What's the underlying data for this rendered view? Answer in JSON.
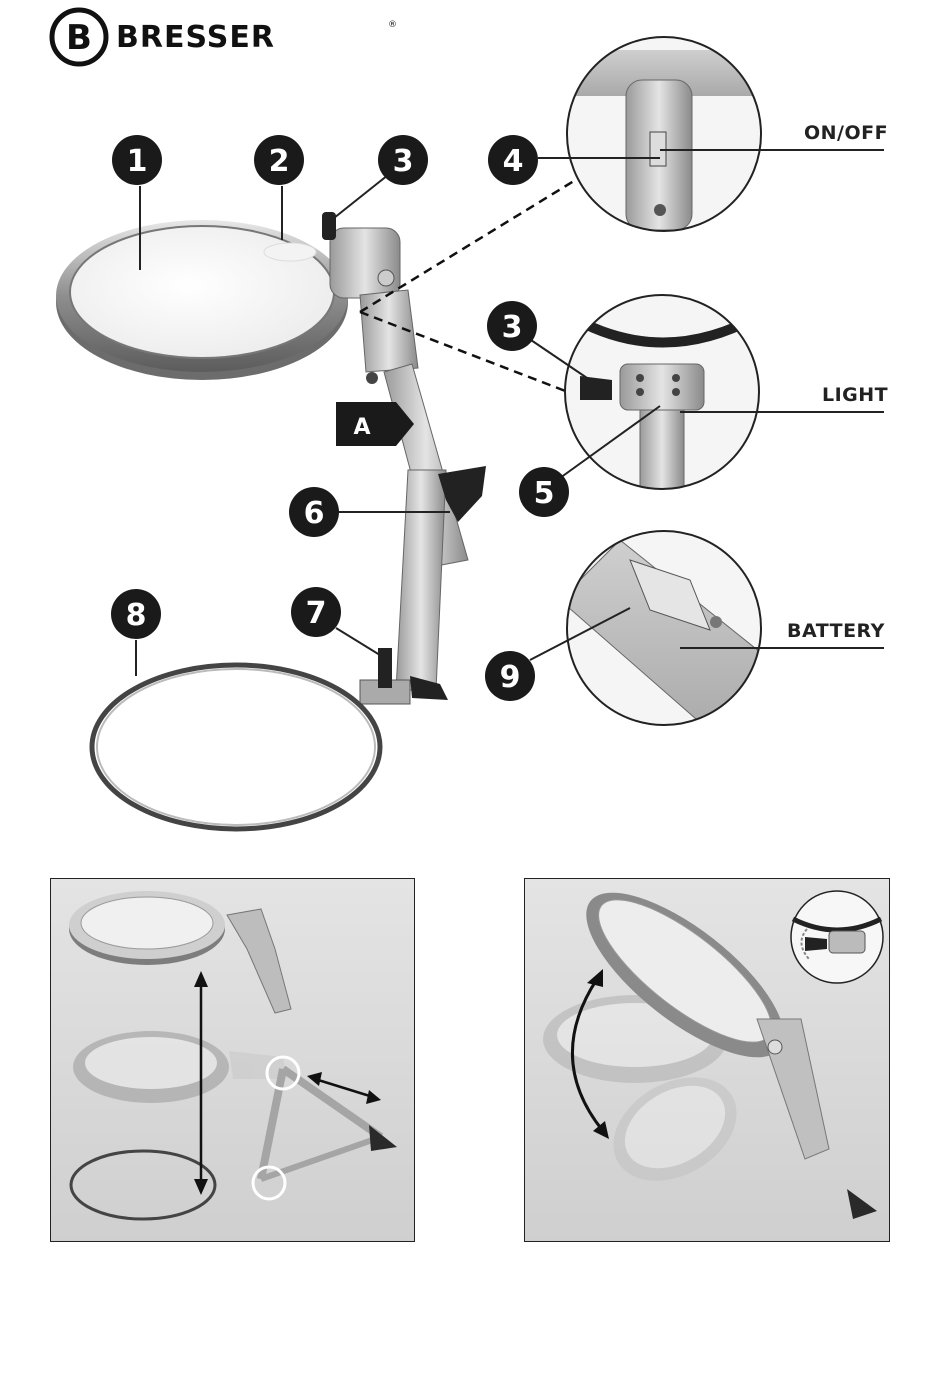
{
  "brand": {
    "name": "BRESSER",
    "registered_mark": "®"
  },
  "callouts": {
    "numbers": [
      "1",
      "2",
      "3",
      "4",
      "3",
      "5",
      "6",
      "7",
      "8",
      "9"
    ],
    "section_marker": "A",
    "labels": {
      "on_off": "ON/OFF",
      "light": "LIGHT",
      "battery": "BATTERY"
    }
  },
  "colors": {
    "badge": "#1a1a1a",
    "line": "#222222",
    "metal": "#b9b9b9",
    "panel_bg": "#d9d9d9"
  },
  "icons": [
    "magnifier-lens-icon",
    "stand-arm-icon",
    "clip-ring-icon",
    "double-arrow-icon",
    "rotate-arrow-icon"
  ]
}
